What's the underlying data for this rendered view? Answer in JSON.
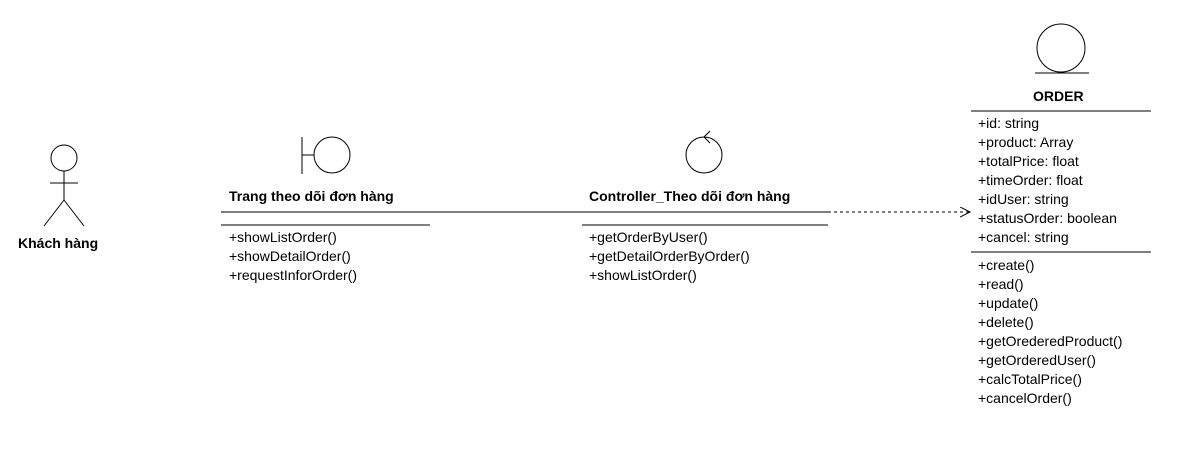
{
  "actor": {
    "label": "Khách hàng"
  },
  "boundary": {
    "name": "Trang  theo dõi đơn hàng",
    "methods": [
      "+showListOrder()",
      "+showDetailOrder()",
      "+requestInforOrder()"
    ]
  },
  "control": {
    "name": "Controller_Theo dõi đơn hàng",
    "methods": [
      "+getOrderByUser()",
      "+getDetailOrderByOrder()",
      "+showListOrder()"
    ]
  },
  "entity": {
    "name": "ORDER",
    "attributes": [
      "+id: string",
      "+product: Array",
      "+totalPrice: float",
      "+timeOrder: float",
      "+idUser: string",
      "+statusOrder: boolean",
      "+cancel: string"
    ],
    "methods": [
      "+create()",
      "+read()",
      "+update()",
      "+delete()",
      "+getOrederedProduct()",
      "+getOrderedUser()",
      "+calcTotalPrice()",
      "+cancelOrder()"
    ]
  }
}
